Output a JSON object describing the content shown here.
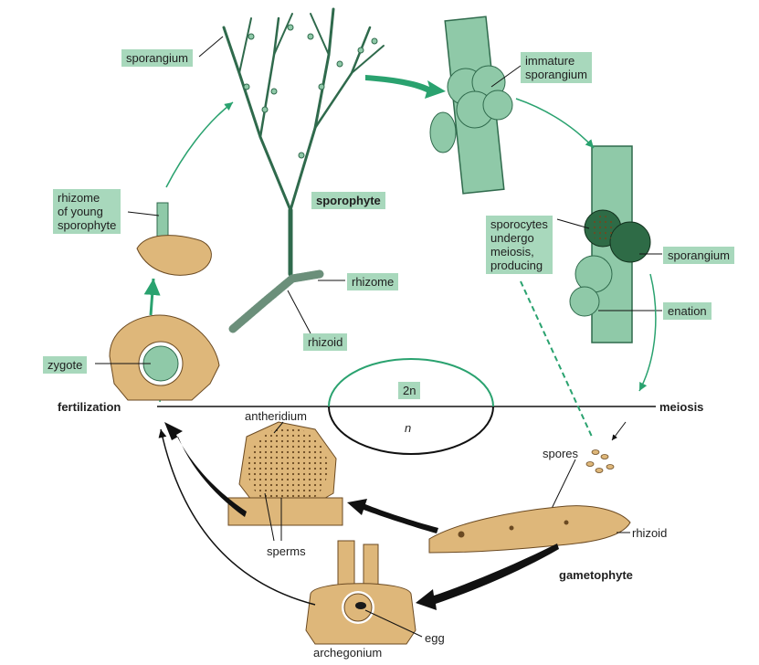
{
  "diagram": {
    "ploidy_upper": "2n",
    "ploidy_lower": "n",
    "labels": {
      "sporangium_top": "sporangium",
      "immature_sporangium": "immature\nsporangium",
      "sporophyte": "sporophyte",
      "rhizome_young": "rhizome\nof young\nsporophyte",
      "sporocytes": "sporocytes\nundergo\nmeiosis,\nproducing",
      "sporangium_right": "sporangium",
      "enation": "enation",
      "rhizome": "rhizome",
      "rhizoid_top": "rhizoid",
      "zygote": "zygote",
      "fertilization": "fertilization",
      "meiosis": "meiosis",
      "antheridium": "antheridium",
      "spores": "spores",
      "rhizoid_bottom": "rhizoid",
      "sperms": "sperms",
      "gametophyte": "gametophyte",
      "egg": "egg",
      "archegonium": "archegonium"
    },
    "colors": {
      "label_box": "#a8d8bc",
      "plant_green": "#8fc9a8",
      "plant_dark": "#2f6a4c",
      "tissue_tan": "#deb77a",
      "arrow_green": "#2aa26f",
      "arrow_black": "#111111"
    }
  }
}
